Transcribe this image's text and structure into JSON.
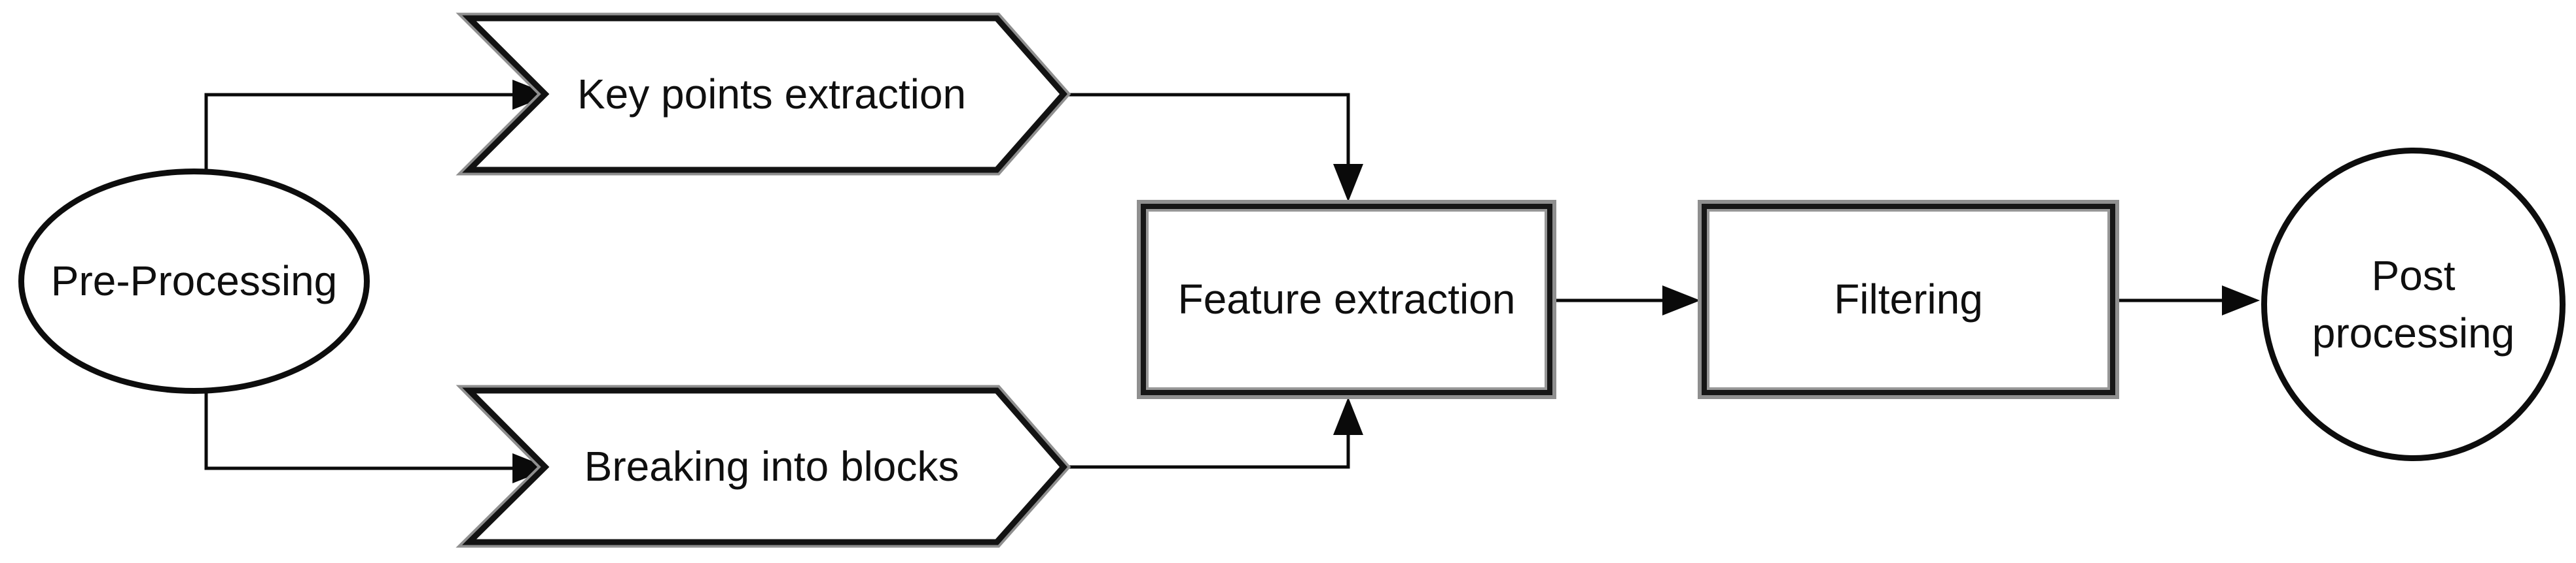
{
  "diagram": {
    "title": "",
    "nodes": {
      "pre_processing": {
        "label": "Pre-Processing",
        "shape": "ellipse"
      },
      "key_points": {
        "label": "Key points extraction",
        "shape": "chevron-arrow"
      },
      "breaking": {
        "label": "Breaking into blocks",
        "shape": "chevron-arrow"
      },
      "feature": {
        "label": "Feature extraction",
        "shape": "rectangle"
      },
      "filtering": {
        "label": "Filtering",
        "shape": "rectangle"
      },
      "post_processing": {
        "label_line1": "Post",
        "label_line2": "processing",
        "shape": "circle"
      }
    },
    "edges": [
      {
        "from": "pre-processing",
        "to": "key-points-extraction"
      },
      {
        "from": "pre-processing",
        "to": "breaking-into-blocks"
      },
      {
        "from": "key-points-extraction",
        "to": "feature-extraction"
      },
      {
        "from": "breaking-into-blocks",
        "to": "feature-extraction"
      },
      {
        "from": "feature-extraction",
        "to": "filtering"
      },
      {
        "from": "filtering",
        "to": "post-processing"
      }
    ],
    "colors": {
      "stroke": "#121212",
      "halo": "#8f8f8f",
      "connector": "#0a0a0a",
      "arrowhead": "#0a0a0a",
      "background": "#ffffff",
      "text": "#0f0f0f"
    }
  }
}
